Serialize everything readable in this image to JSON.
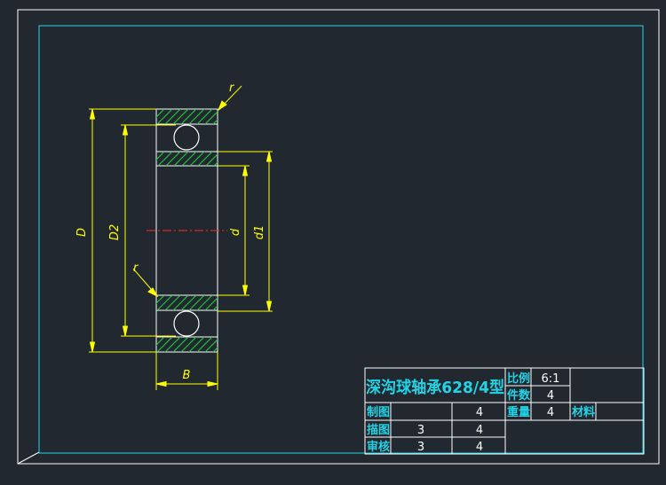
{
  "colors": {
    "background": "#212830",
    "frame": "#ffffff",
    "inner_frame": "#22d3e6",
    "dimension": "#ffff00",
    "hatch": "#1fbf3a",
    "centerline": "#ff2a2a",
    "title_text": "#22d3e6",
    "value_text": "#ffffff"
  },
  "dimensions": {
    "outer_diameter": "D",
    "pitch_diameter": "D2",
    "bore": "d",
    "shoulder": "d1",
    "width": "B",
    "radius_top": "r",
    "radius_bottom": "r"
  },
  "title_block": {
    "name": "深沟球轴承628/4型",
    "scale_label": "比例",
    "scale_value": "6:1",
    "count_label": "件数",
    "count_value": "4",
    "weight_label": "重量",
    "weight_value": "4",
    "material_label": "材料",
    "drawn_label": "制图",
    "drawn_value": "4",
    "traced_label": "描图",
    "traced_value_1": "3",
    "traced_value_2": "4",
    "checked_label": "审核",
    "checked_value_1": "3",
    "checked_value_2": "4"
  }
}
